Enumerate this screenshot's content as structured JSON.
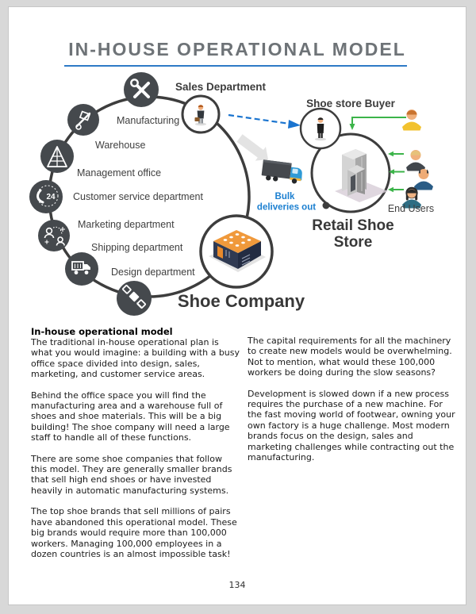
{
  "page": {
    "title": "IN-HOUSE OPERATIONAL MODEL",
    "page_number": "134"
  },
  "diagram": {
    "sales_label": "Sales Department",
    "company_label": "Shoe Company",
    "departments": [
      "Manufacturing",
      "Warehouse",
      "Management office",
      "Customer service department",
      "Marketing department",
      "Shipping department",
      "Design department"
    ],
    "buyer_label": "Shoe store Buyer",
    "store_label_1": "Retail Shoe",
    "store_label_2": "Store",
    "end_users_label": "End Users",
    "bulk_label_1": "Bulk",
    "bulk_label_2": "deliveries out",
    "colors": {
      "title_gray": "#6e7377",
      "rule_blue": "#2e7ac6",
      "circle_stroke": "#3d3d3d",
      "icon_circle_dark": "#45494d",
      "flow_blue": "#1a74cf",
      "flow_green": "#3cb44a",
      "bulk_text_blue": "#1b7fd0",
      "factory_orange": "#f0993b",
      "factory_navy": "#303a52"
    }
  },
  "article": {
    "heading": "In-house operational model",
    "left_paragraphs": [
      "The traditional in-house operational plan is what you would imagine: a building with a busy office space divided into design, sales, marketing, and customer service areas.",
      "Behind the office space you will find the manufacturing area and a warehouse full of shoes and shoe materials. This will be a big building! The shoe company will need a large staff to handle all of these functions.",
      "There are some shoe companies that follow this model. They are generally smaller brands that sell high end shoes or have invested heavily in automatic manufacturing systems.",
      "The top shoe brands that sell millions of pairs have abandoned this operational model. These big brands would require more than 100,000 workers.  Managing 100,000 employees in a dozen countries is an almost impossible task!"
    ],
    "right_paragraphs": [
      "The capital requirements for all the machinery to create new models would be overwhelming.  Not to mention, what would these 100,000 workers be doing during the slow seasons?",
      "Development is slowed down if a new process requires the purchase of a new machine. For the fast moving world of footwear, owning your own factory is a huge challenge.  Most modern brands focus on the design, sales and marketing challenges while contracting out the manufacturing."
    ]
  }
}
